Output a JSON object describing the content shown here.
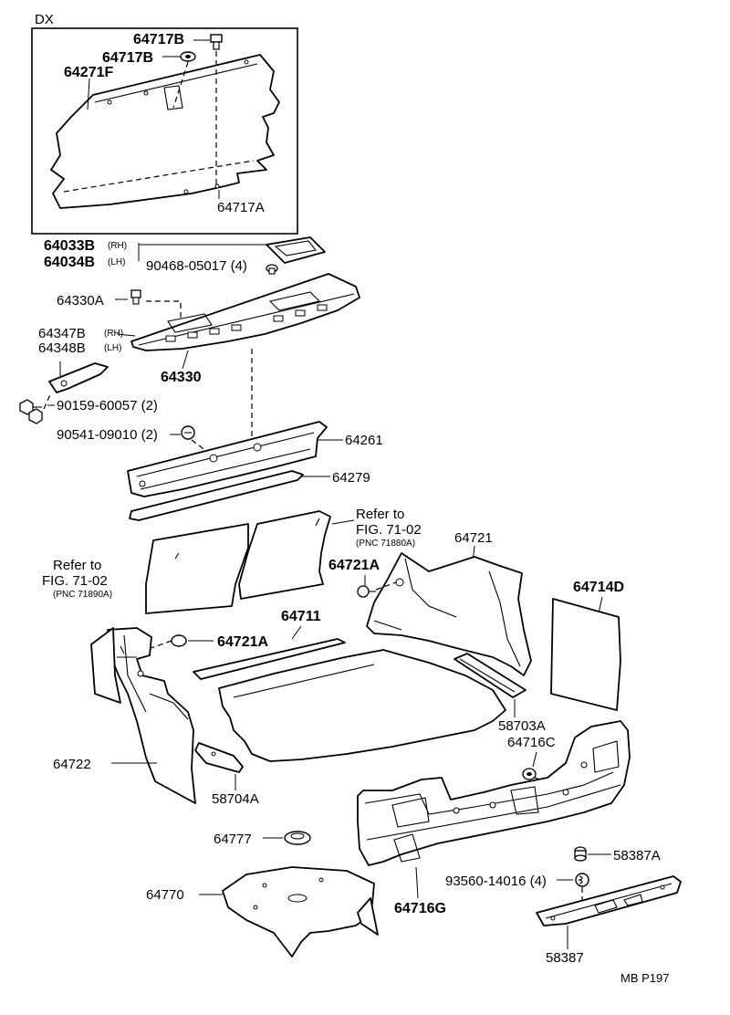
{
  "figure": {
    "section_label": "DX",
    "page_ref": "MB  P197",
    "callouts": {
      "c64717B_1": "64717B",
      "c64717B_2": "64717B",
      "c64271F": "64271F",
      "c64717A": "64717A",
      "c64033B": "64033B",
      "c64033B_side": "(RH)",
      "c64034B": "64034B",
      "c64034B_side": "(LH)",
      "c90468": "90468-05017 (4)",
      "c64330A": "64330A",
      "c64347B": "64347B",
      "c64347B_side": "(RH)",
      "c64348B": "64348B",
      "c64348B_side": "(LH)",
      "c64330": "64330",
      "c90159": "90159-60057 (2)",
      "c90541": "90541-09010 (2)",
      "c64261": "64261",
      "c64279": "64279",
      "c64721": "64721",
      "c64721A_1": "64721A",
      "c64721A_2": "64721A",
      "c64714D": "64714D",
      "c64711": "64711",
      "c64722": "64722",
      "c58704A": "58704A",
      "c58703A": "58703A",
      "c64716C": "64716C",
      "c64777": "64777",
      "c64770": "64770",
      "c64716G": "64716G",
      "c58387A": "58387A",
      "c93560": "93560-14016 (4)",
      "c58387": "58387"
    },
    "refer_right": {
      "line1": "Refer to",
      "line2": "FIG. 71-02",
      "pnc": "(PNC 71880A)"
    },
    "refer_left": {
      "line1": "Refer to",
      "line2": "FIG. 71-02",
      "pnc": "(PNC 71890A)"
    }
  }
}
